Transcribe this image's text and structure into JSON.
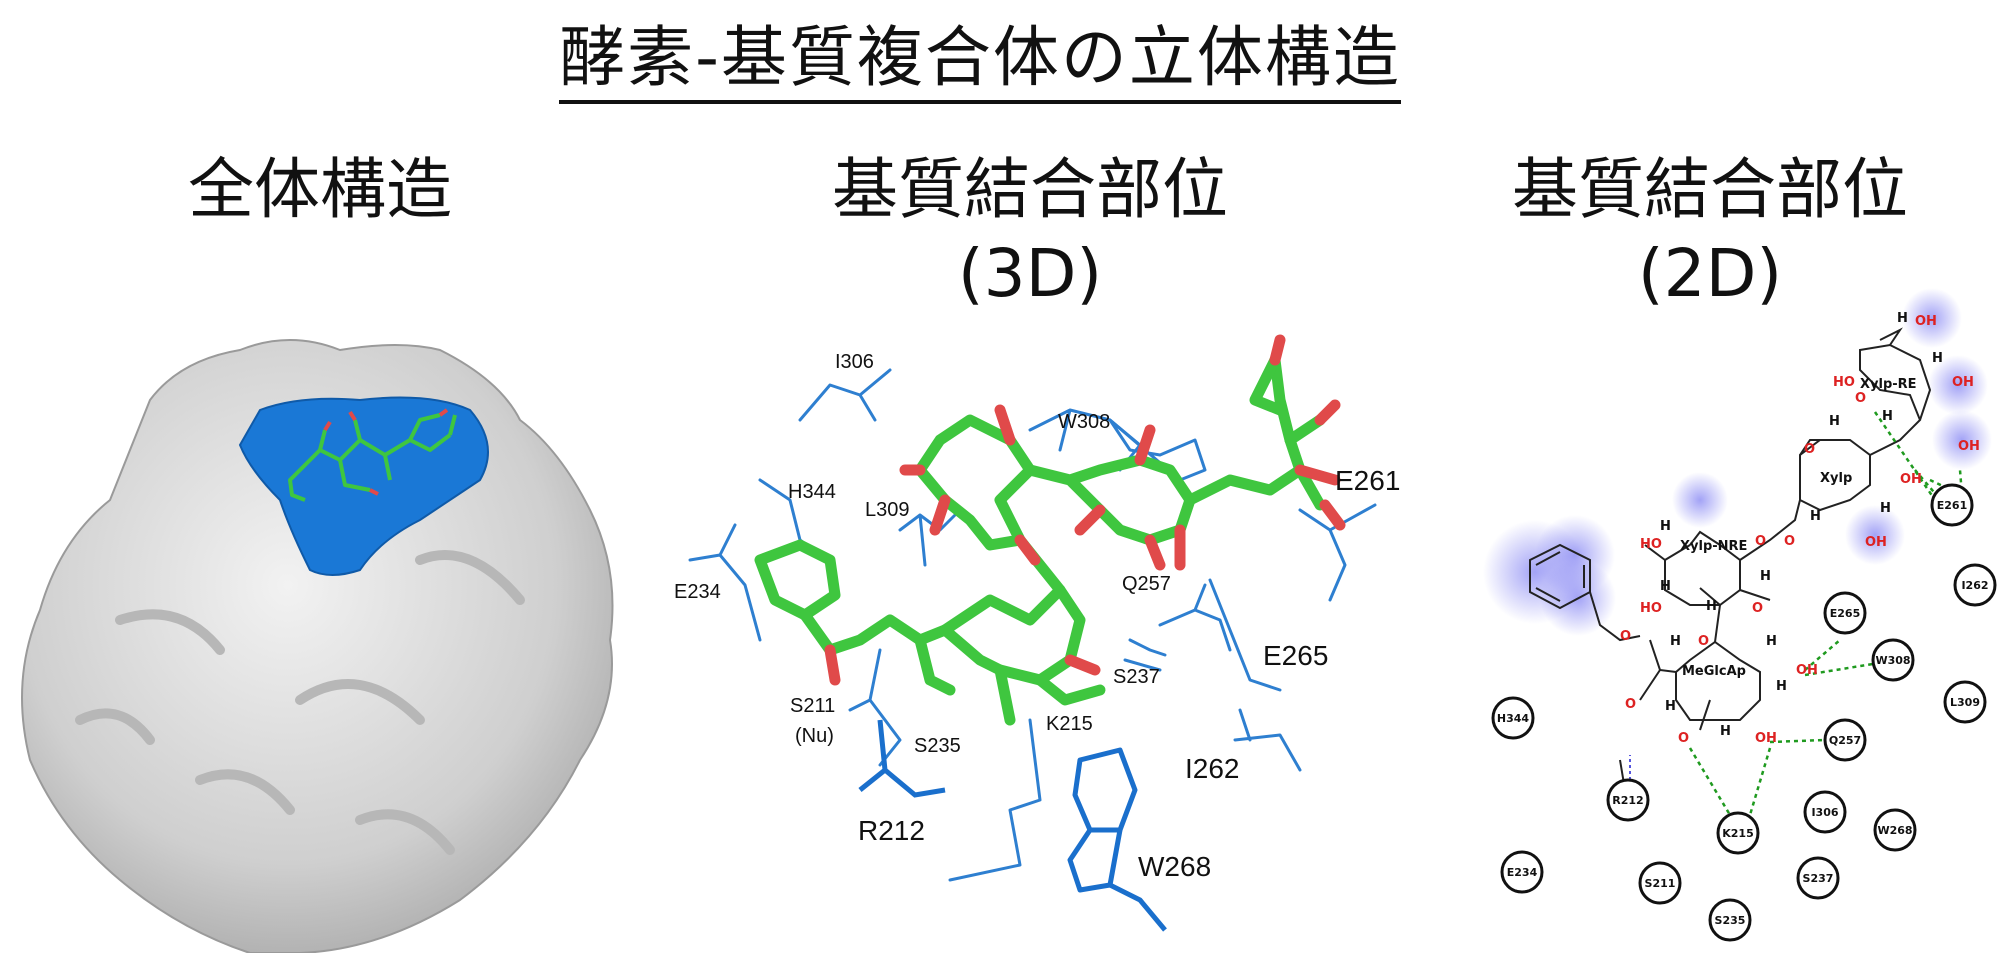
{
  "title": "酵素-基質複合体の立体構造",
  "panels": {
    "overall": {
      "title": "全体構造"
    },
    "site3d": {
      "title_line1": "基質結合部位",
      "title_line2": "(3D)"
    },
    "site2d": {
      "title_line1": "基質結合部位",
      "title_line2": "(2D)"
    }
  },
  "labels3d": {
    "I306": "I306",
    "W308": "W308",
    "H344": "H344",
    "L309": "L309",
    "E261": "E261",
    "E234": "E234",
    "Q257": "Q257",
    "E265": "E265",
    "S237": "S237",
    "S211": "S211",
    "Nu": "(Nu)",
    "S235": "S235",
    "K215": "K215",
    "I262": "I262",
    "R212": "R212",
    "W268": "W268"
  },
  "labels2d": {
    "ring_xylre": "Xylp-RE",
    "ring_xyl": "Xylp",
    "ring_xylnre": "Xylp-NRE",
    "ring_meglca": "MeGlcAp",
    "res": {
      "E261": "E261",
      "I262": "I262",
      "E265": "E265",
      "W308": "W308",
      "L309": "L309",
      "H344": "H344",
      "Q257": "Q257",
      "R212": "R212",
      "I306": "I306",
      "W268": "W268",
      "K215": "K215",
      "E234": "E234",
      "S211": "S211",
      "S237": "S237",
      "S235": "S235"
    },
    "OH": "OH",
    "HO": "HO",
    "O": "O",
    "H": "H"
  },
  "colors": {
    "surface": "#d9d9d9",
    "site": "#1a78d6",
    "carbon": "#3fc63f",
    "oxygen": "#e04a4a",
    "residue": "#2e7fd0",
    "hbond": "#1f9a1f",
    "hydrophobic": "#7b7bf2"
  }
}
